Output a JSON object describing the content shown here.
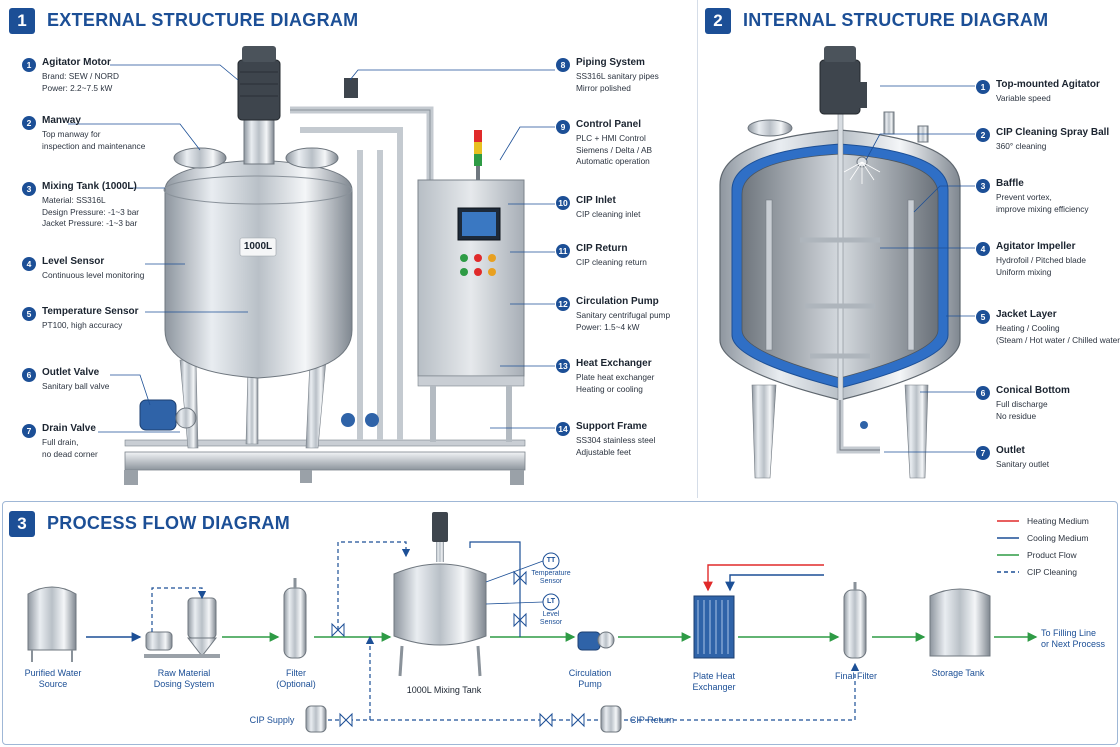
{
  "sections": {
    "external": {
      "num": "1",
      "title": "EXTERNAL STRUCTURE DIAGRAM"
    },
    "internal": {
      "num": "2",
      "title": "INTERNAL STRUCTURE DIAGRAM"
    },
    "process": {
      "num": "3",
      "title": "PROCESS FLOW DIAGRAM"
    }
  },
  "external_left": [
    {
      "num": "1",
      "title": "Agitator Motor",
      "lines": [
        "Brand: SEW / NORD",
        "Power: 2.2~7.5 kW"
      ]
    },
    {
      "num": "2",
      "title": "Manway",
      "lines": [
        "Top manway for",
        "inspection and maintenance"
      ]
    },
    {
      "num": "3",
      "title": "Mixing Tank (1000L)",
      "lines": [
        "Material: SS316L",
        "Design Pressure: -1~3 bar",
        "Jacket Pressure: -1~3 bar"
      ]
    },
    {
      "num": "4",
      "title": "Level Sensor",
      "lines": [
        "Continuous level monitoring"
      ]
    },
    {
      "num": "5",
      "title": "Temperature Sensor",
      "lines": [
        "PT100, high accuracy"
      ]
    },
    {
      "num": "6",
      "title": "Outlet Valve",
      "lines": [
        "Sanitary ball valve"
      ]
    },
    {
      "num": "7",
      "title": "Drain Valve",
      "lines": [
        "Full drain,",
        "no dead corner"
      ]
    }
  ],
  "external_right": [
    {
      "num": "8",
      "title": "Piping System",
      "lines": [
        "SS316L sanitary pipes",
        "Mirror polished"
      ]
    },
    {
      "num": "9",
      "title": "Control Panel",
      "lines": [
        "PLC + HMI Control",
        "Siemens / Delta / AB",
        "Automatic operation"
      ]
    },
    {
      "num": "10",
      "title": "CIP Inlet",
      "lines": [
        "CIP cleaning inlet"
      ]
    },
    {
      "num": "11",
      "title": "CIP Return",
      "lines": [
        "CIP cleaning return"
      ]
    },
    {
      "num": "12",
      "title": "Circulation Pump",
      "lines": [
        "Sanitary centrifugal pump",
        "Power: 1.5~4 kW"
      ]
    },
    {
      "num": "13",
      "title": "Heat Exchanger",
      "lines": [
        "Plate heat exchanger",
        "Heating or cooling"
      ]
    },
    {
      "num": "14",
      "title": "Support Frame",
      "lines": [
        "SS304 stainless steel",
        "Adjustable feet"
      ]
    }
  ],
  "tank_label": "1000L",
  "internal": [
    {
      "num": "1",
      "title": "Top-mounted Agitator",
      "lines": [
        "Variable speed"
      ]
    },
    {
      "num": "2",
      "title": "CIP Cleaning Spray Ball",
      "lines": [
        "360° cleaning"
      ]
    },
    {
      "num": "3",
      "title": "Baffle",
      "lines": [
        "Prevent vortex,",
        "improve mixing efficiency"
      ]
    },
    {
      "num": "4",
      "title": "Agitator Impeller",
      "lines": [
        "Hydrofoil / Pitched blade",
        "Uniform mixing"
      ]
    },
    {
      "num": "5",
      "title": "Jacket Layer",
      "lines": [
        "Heating / Cooling",
        "(Steam / Hot water / Chilled water)"
      ]
    },
    {
      "num": "6",
      "title": "Conical Bottom",
      "lines": [
        "Full discharge",
        "No residue"
      ]
    },
    {
      "num": "7",
      "title": "Outlet",
      "lines": [
        "Sanitary outlet"
      ]
    }
  ],
  "legend": [
    {
      "label": "Heating Medium",
      "color": "#e02a2a",
      "dashed": false
    },
    {
      "label": "Cooling Medium",
      "color": "#1c4f96",
      "dashed": false
    },
    {
      "label": "Product Flow",
      "color": "#2e9b45",
      "dashed": false
    },
    {
      "label": "CIP Cleaning",
      "color": "#1c4f96",
      "dashed": true
    }
  ],
  "process": {
    "purified_water": [
      "Purified Water",
      "Source"
    ],
    "dosing": [
      "Raw Material",
      "Dosing System"
    ],
    "filter": [
      "Filter",
      "(Optional)"
    ],
    "mixing_tank": "1000L Mixing Tank",
    "circulation_pump": [
      "Circulation",
      "Pump"
    ],
    "heat_exchanger": [
      "Plate Heat",
      "Exchanger"
    ],
    "final_filter": "Final Filter",
    "storage_tank": "Storage Tank",
    "to_filling": [
      "To Filling Line",
      "or Next Process"
    ],
    "tt": "TT",
    "tt_label": [
      "Temperature",
      "Sensor"
    ],
    "lt": "LT",
    "lt_label": [
      "Level",
      "Sensor"
    ],
    "cip_supply": "CIP Supply",
    "cip_return": "CIP Return"
  }
}
